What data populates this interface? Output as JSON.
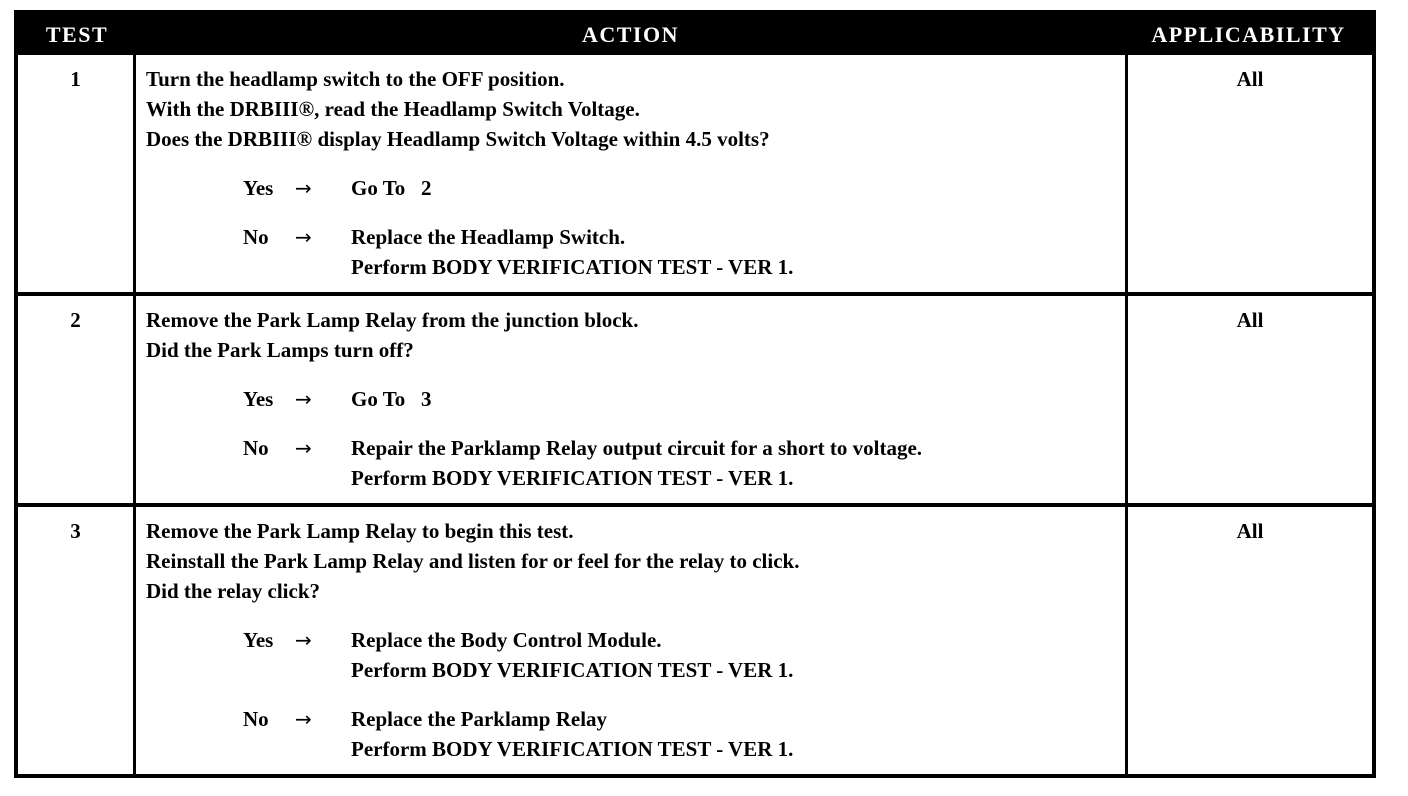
{
  "table": {
    "headers": {
      "test": "TEST",
      "action": "ACTION",
      "applicability": "APPLICABILITY"
    },
    "arrow_glyph": "→",
    "rows": [
      {
        "test": "1",
        "action_lines": [
          "Turn the headlamp switch to the OFF position.",
          "With the DRBIII®, read the Headlamp Switch Voltage.",
          "Does the DRBIII® display Headlamp Switch Voltage within 4.5 volts?"
        ],
        "yes": {
          "label": "Yes",
          "arrow": "→",
          "lines": [
            "Go To   2"
          ]
        },
        "no": {
          "label": "No",
          "arrow": "→",
          "lines": [
            "Replace the Headlamp Switch.",
            "Perform BODY VERIFICATION TEST - VER 1."
          ]
        },
        "applicability": "All"
      },
      {
        "test": "2",
        "action_lines": [
          "Remove the Park Lamp Relay from the junction block.",
          "Did the Park Lamps turn off?"
        ],
        "yes": {
          "label": "Yes",
          "arrow": "→",
          "lines": [
            "Go To   3"
          ]
        },
        "no": {
          "label": "No",
          "arrow": "→",
          "lines": [
            "Repair the Parklamp Relay output circuit for a short to voltage.",
            "Perform BODY VERIFICATION TEST - VER 1."
          ]
        },
        "applicability": "All"
      },
      {
        "test": "3",
        "action_lines": [
          "Remove the Park Lamp Relay to begin this test.",
          "Reinstall the Park Lamp Relay and listen for or feel for the relay to click.",
          "Did the relay click?"
        ],
        "yes": {
          "label": "Yes",
          "arrow": "→",
          "lines": [
            "Replace the Body Control Module.",
            "Perform BODY VERIFICATION TEST - VER 1."
          ]
        },
        "no": {
          "label": "No",
          "arrow": "→",
          "lines": [
            "Replace the Parklamp Relay",
            "Perform BODY VERIFICATION TEST - VER 1."
          ]
        },
        "applicability": "All"
      }
    ]
  }
}
